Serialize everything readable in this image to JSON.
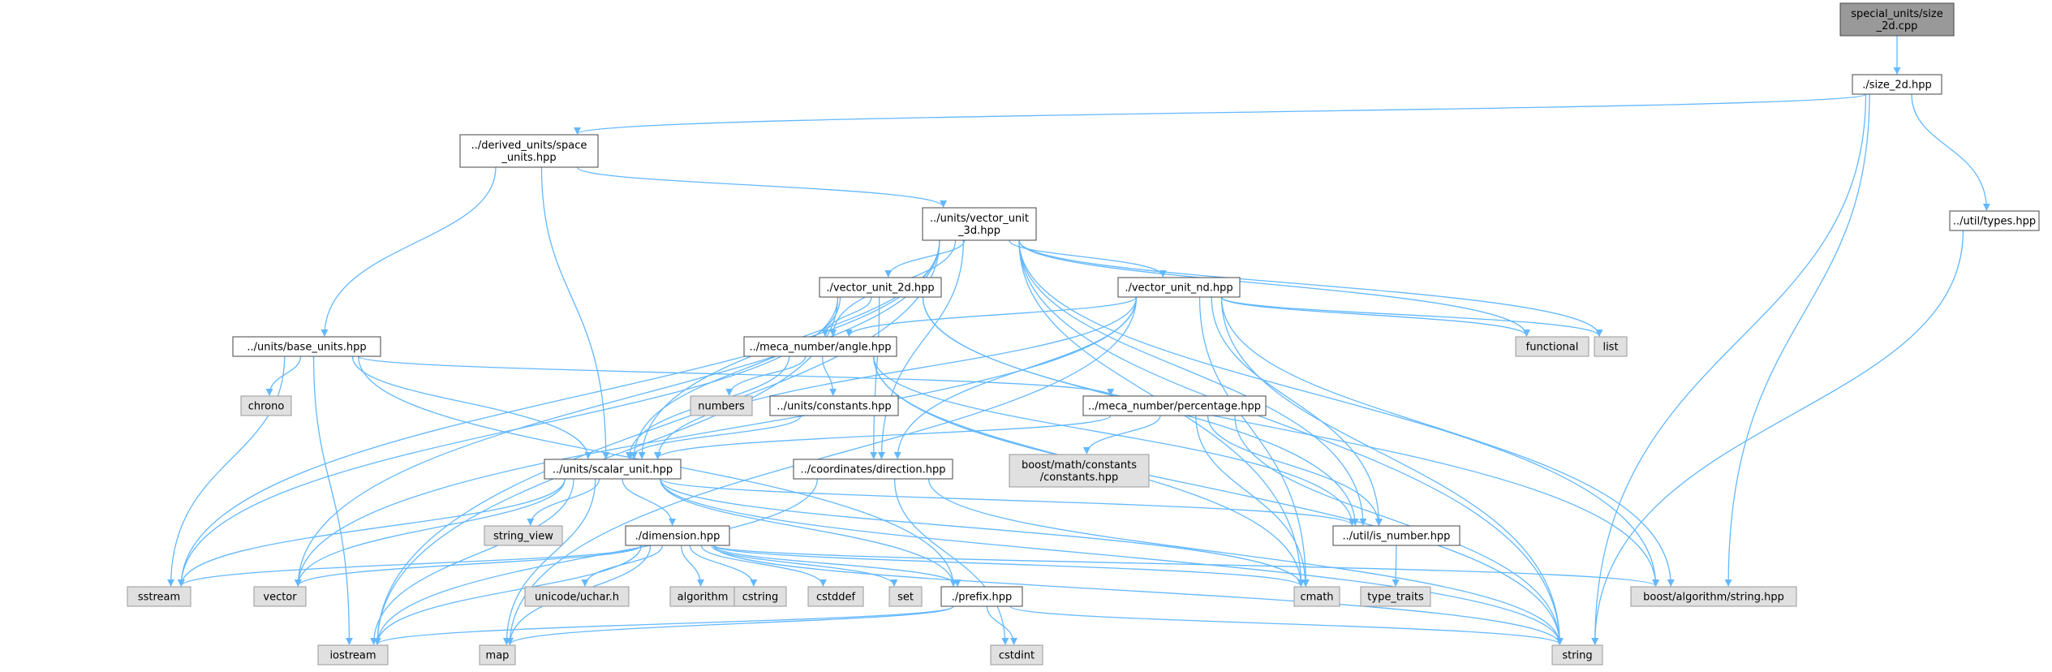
{
  "graph": {
    "title": "",
    "colors": {
      "edge": "#63b8ff",
      "root_fill": "#999999",
      "project_fill": "#ffffff",
      "project_stroke": "#444444",
      "external_fill": "#e0e0e0",
      "external_stroke": "#999999"
    },
    "nodes": [
      {
        "id": "root",
        "lines": [
          "special_units/size",
          "_2d.cpp"
        ],
        "kind": "root"
      },
      {
        "id": "size2d",
        "lines": [
          "./size_2d.hpp"
        ],
        "kind": "project"
      },
      {
        "id": "space_units",
        "lines": [
          "../derived_units/space",
          "_units.hpp"
        ],
        "kind": "project"
      },
      {
        "id": "types",
        "lines": [
          "../util/types.hpp"
        ],
        "kind": "project"
      },
      {
        "id": "vu3d",
        "lines": [
          "../units/vector_unit",
          "_3d.hpp"
        ],
        "kind": "project"
      },
      {
        "id": "vu2d",
        "lines": [
          "./vector_unit_2d.hpp"
        ],
        "kind": "project"
      },
      {
        "id": "vund",
        "lines": [
          "./vector_unit_nd.hpp"
        ],
        "kind": "project"
      },
      {
        "id": "functional",
        "lines": [
          "functional"
        ],
        "kind": "external"
      },
      {
        "id": "list",
        "lines": [
          "list"
        ],
        "kind": "external"
      },
      {
        "id": "base_units",
        "lines": [
          "../units/base_units.hpp"
        ],
        "kind": "project"
      },
      {
        "id": "angle",
        "lines": [
          "../meca_number/angle.hpp"
        ],
        "kind": "project"
      },
      {
        "id": "chrono",
        "lines": [
          "chrono"
        ],
        "kind": "external"
      },
      {
        "id": "numbers",
        "lines": [
          "numbers"
        ],
        "kind": "external"
      },
      {
        "id": "constants",
        "lines": [
          "../units/constants.hpp"
        ],
        "kind": "project"
      },
      {
        "id": "percentage",
        "lines": [
          "../meca_number/percentage.hpp"
        ],
        "kind": "project"
      },
      {
        "id": "boost_const",
        "lines": [
          "boost/math/constants",
          "/constants.hpp"
        ],
        "kind": "external"
      },
      {
        "id": "scalar_unit",
        "lines": [
          "../units/scalar_unit.hpp"
        ],
        "kind": "project"
      },
      {
        "id": "direction",
        "lines": [
          "../coordinates/direction.hpp"
        ],
        "kind": "project"
      },
      {
        "id": "string_view",
        "lines": [
          "string_view"
        ],
        "kind": "external"
      },
      {
        "id": "dimension",
        "lines": [
          "./dimension.hpp"
        ],
        "kind": "project"
      },
      {
        "id": "is_number",
        "lines": [
          "../util/is_number.hpp"
        ],
        "kind": "project"
      },
      {
        "id": "sstream",
        "lines": [
          "sstream"
        ],
        "kind": "external"
      },
      {
        "id": "vector",
        "lines": [
          "vector"
        ],
        "kind": "external"
      },
      {
        "id": "uchar",
        "lines": [
          "unicode/uchar.h"
        ],
        "kind": "external"
      },
      {
        "id": "algorithm",
        "lines": [
          "algorithm"
        ],
        "kind": "external"
      },
      {
        "id": "cstring",
        "lines": [
          "cstring"
        ],
        "kind": "external"
      },
      {
        "id": "cstddef",
        "lines": [
          "cstddef"
        ],
        "kind": "external"
      },
      {
        "id": "set",
        "lines": [
          "set"
        ],
        "kind": "external"
      },
      {
        "id": "prefix",
        "lines": [
          "./prefix.hpp"
        ],
        "kind": "project"
      },
      {
        "id": "cmath",
        "lines": [
          "cmath"
        ],
        "kind": "external"
      },
      {
        "id": "type_traits",
        "lines": [
          "type_traits"
        ],
        "kind": "external"
      },
      {
        "id": "boost_string",
        "lines": [
          "boost/algorithm/string.hpp"
        ],
        "kind": "external"
      },
      {
        "id": "iostream",
        "lines": [
          "iostream"
        ],
        "kind": "external"
      },
      {
        "id": "map",
        "lines": [
          "map"
        ],
        "kind": "external"
      },
      {
        "id": "cstdint",
        "lines": [
          "cstdint"
        ],
        "kind": "external"
      },
      {
        "id": "string",
        "lines": [
          "string"
        ],
        "kind": "external"
      }
    ],
    "edges": [
      [
        "root",
        "size2d"
      ],
      [
        "size2d",
        "space_units"
      ],
      [
        "size2d",
        "types"
      ],
      [
        "size2d",
        "boost_string"
      ],
      [
        "size2d",
        "string"
      ],
      [
        "types",
        "string"
      ],
      [
        "space_units",
        "vu3d"
      ],
      [
        "space_units",
        "base_units"
      ],
      [
        "space_units",
        "scalar_unit"
      ],
      [
        "vu3d",
        "vu2d"
      ],
      [
        "vu3d",
        "vund"
      ],
      [
        "vu3d",
        "functional"
      ],
      [
        "vu3d",
        "list"
      ],
      [
        "vu3d",
        "angle"
      ],
      [
        "vu3d",
        "scalar_unit"
      ],
      [
        "vu3d",
        "direction"
      ],
      [
        "vu3d",
        "is_number"
      ],
      [
        "vu3d",
        "cmath"
      ],
      [
        "vu3d",
        "boost_string"
      ],
      [
        "vu3d",
        "sstream"
      ],
      [
        "vu3d",
        "vector"
      ],
      [
        "vu3d",
        "iostream"
      ],
      [
        "vu3d",
        "string"
      ],
      [
        "vu2d",
        "angle"
      ],
      [
        "vu2d",
        "scalar_unit"
      ],
      [
        "vu2d",
        "direction"
      ],
      [
        "vu2d",
        "is_number"
      ],
      [
        "vu2d",
        "boost_string"
      ],
      [
        "vu2d",
        "sstream"
      ],
      [
        "vu2d",
        "iostream"
      ],
      [
        "vund",
        "functional"
      ],
      [
        "vund",
        "list"
      ],
      [
        "vund",
        "angle"
      ],
      [
        "vund",
        "scalar_unit"
      ],
      [
        "vund",
        "direction"
      ],
      [
        "vund",
        "is_number"
      ],
      [
        "vund",
        "cmath"
      ],
      [
        "vund",
        "boost_string"
      ],
      [
        "vund",
        "vector"
      ],
      [
        "vund",
        "map"
      ],
      [
        "vund",
        "string"
      ],
      [
        "base_units",
        "chrono"
      ],
      [
        "base_units",
        "percentage"
      ],
      [
        "base_units",
        "scalar_unit"
      ],
      [
        "base_units",
        "prefix"
      ],
      [
        "base_units",
        "sstream"
      ],
      [
        "base_units",
        "iostream"
      ],
      [
        "angle",
        "numbers"
      ],
      [
        "angle",
        "constants"
      ],
      [
        "angle",
        "scalar_unit"
      ],
      [
        "angle",
        "is_number"
      ],
      [
        "angle",
        "cmath"
      ],
      [
        "angle",
        "string"
      ],
      [
        "constants",
        "scalar_unit"
      ],
      [
        "percentage",
        "boost_const"
      ],
      [
        "percentage",
        "scalar_unit"
      ],
      [
        "percentage",
        "is_number"
      ],
      [
        "percentage",
        "cmath"
      ],
      [
        "percentage",
        "string"
      ],
      [
        "scalar_unit",
        "string_view"
      ],
      [
        "scalar_unit",
        "dimension"
      ],
      [
        "scalar_unit",
        "prefix"
      ],
      [
        "scalar_unit",
        "is_number"
      ],
      [
        "scalar_unit",
        "cmath"
      ],
      [
        "scalar_unit",
        "sstream"
      ],
      [
        "scalar_unit",
        "vector"
      ],
      [
        "scalar_unit",
        "iostream"
      ],
      [
        "scalar_unit",
        "map"
      ],
      [
        "scalar_unit",
        "string"
      ],
      [
        "direction",
        "iostream"
      ],
      [
        "direction",
        "cstdint"
      ],
      [
        "direction",
        "string"
      ],
      [
        "dimension",
        "prefix"
      ],
      [
        "dimension",
        "sstream"
      ],
      [
        "dimension",
        "vector"
      ],
      [
        "dimension",
        "uchar"
      ],
      [
        "dimension",
        "algorithm"
      ],
      [
        "dimension",
        "cstring"
      ],
      [
        "dimension",
        "cstddef"
      ],
      [
        "dimension",
        "set"
      ],
      [
        "dimension",
        "cmath"
      ],
      [
        "dimension",
        "boost_string"
      ],
      [
        "dimension",
        "iostream"
      ],
      [
        "dimension",
        "map"
      ],
      [
        "dimension",
        "string"
      ],
      [
        "is_number",
        "type_traits"
      ],
      [
        "prefix",
        "iostream"
      ],
      [
        "prefix",
        "map"
      ],
      [
        "prefix",
        "cstdint"
      ],
      [
        "prefix",
        "string"
      ]
    ]
  }
}
